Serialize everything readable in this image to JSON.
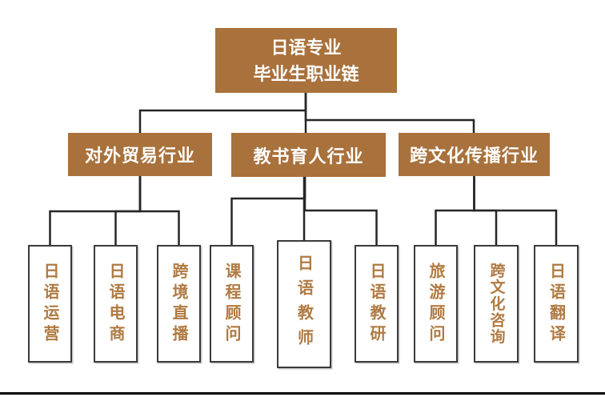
{
  "colors": {
    "accent": "#A9713C",
    "leaf_text": "#B07A42",
    "line": "#262626",
    "leaf_border": "#3A3A3A"
  },
  "tree": {
    "root": {
      "line1": "日语专业",
      "line2": "毕业生职业链"
    },
    "groups": [
      {
        "label": "对外贸易行业",
        "children": [
          "日语运营",
          "日语电商",
          "跨境直播"
        ]
      },
      {
        "label": "教书育人行业",
        "children": [
          "课程顾问",
          "日语教师",
          "日语教研"
        ]
      },
      {
        "label": "跨文化传播行业",
        "children": [
          "旅游顾问",
          "跨文化咨询",
          "日语翻译"
        ]
      }
    ]
  }
}
